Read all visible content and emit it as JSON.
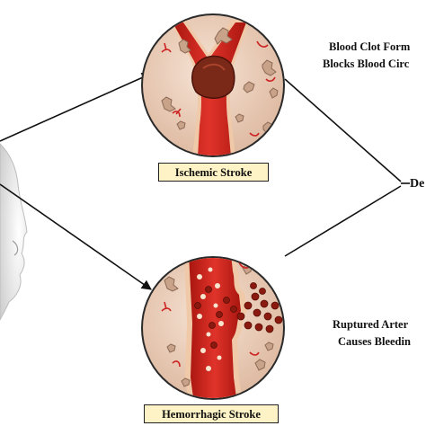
{
  "ischemic": {
    "label": "Ischemic Stroke",
    "caption_line1": "Blood Clot Form",
    "caption_line2": "Blocks Blood Circ"
  },
  "hemorrhagic": {
    "label": "Hemorrhagic Stroke",
    "caption_line1": "Ruptured Arter",
    "caption_line2": "Causes Bleedin"
  },
  "destination_text": "De",
  "colors": {
    "circle_bg": "#f1d7c3",
    "vessel_red": "#c8231d",
    "clot_brown": "#7a2818",
    "label_bg": "#fdf3c6"
  }
}
